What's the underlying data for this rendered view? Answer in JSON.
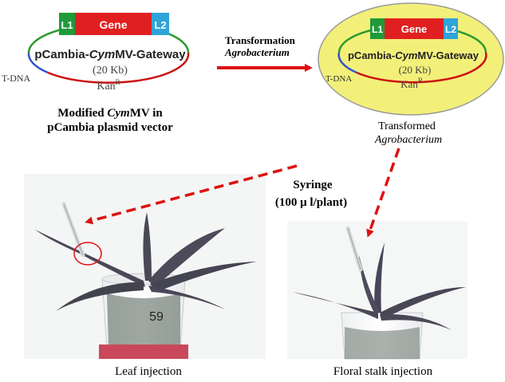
{
  "colors": {
    "gene": "#e02020",
    "l1": "#1f9a3a",
    "l2": "#2fa4d8",
    "arrow": "#dd1111",
    "halo": "#f3f07a",
    "ring_green": "#2a9a2a",
    "ring_red": "#cc1111",
    "ring_blue": "#3355cc"
  },
  "plasmid_left": {
    "l1": "L1",
    "gene": "Gene",
    "l2": "L2",
    "name_prefix": "pCambia-",
    "name_italic": "Cym",
    "name_suffix": "MV-Gateway",
    "size": "(20 Kb)",
    "kan_base": "Kan",
    "kan_sup": "R",
    "tdna": "T-DNA"
  },
  "plasmid_right": {
    "l1": "L1",
    "gene": "Gene",
    "l2": "L2",
    "name_prefix": "pCambia-",
    "name_italic": "Cym",
    "name_suffix": "MV-Gateway",
    "size": "(20 Kb)",
    "kan_base": "Kan",
    "kan_sup": "R",
    "tdna": "T-DNA"
  },
  "captions": {
    "modified_line1_prefix": "Modified ",
    "modified_line1_italic": "Cym",
    "modified_line1_suffix": "MV in",
    "modified_line2": "pCambia plasmid vector",
    "transformation": "Transformation",
    "agrobacterium": "Agrobacterium",
    "transformed": "Transformed",
    "transformed_agro": "Agrobacterium",
    "syringe": "Syringe",
    "dose": "(100 μ l/plant)",
    "leaf_injection": "Leaf injection",
    "floral_injection": "Floral stalk injection"
  },
  "pot_label": "59"
}
